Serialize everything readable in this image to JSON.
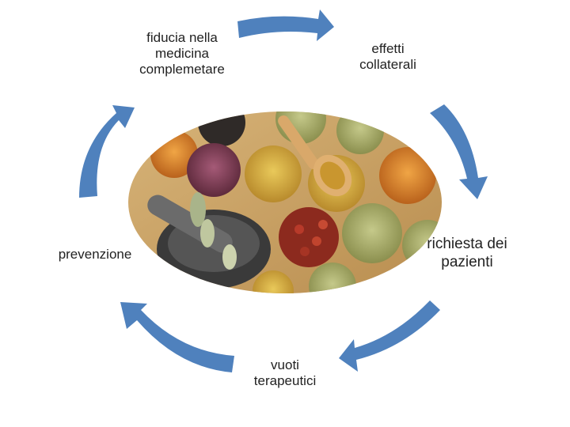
{
  "diagram": {
    "steps": [
      {
        "lines": [
          "fiducia nella",
          "medicina",
          "complemetare"
        ]
      },
      {
        "lines": [
          "effetti",
          "collaterali"
        ]
      },
      {
        "lines": [
          "richiesta dei",
          "pazienti"
        ]
      },
      {
        "lines": [
          "vuoti",
          "terapeutici"
        ]
      },
      {
        "lines": [
          "prevenzione"
        ]
      }
    ],
    "arrow_color": "#4f81bd",
    "center_image": "herbs-and-spices-photo"
  }
}
